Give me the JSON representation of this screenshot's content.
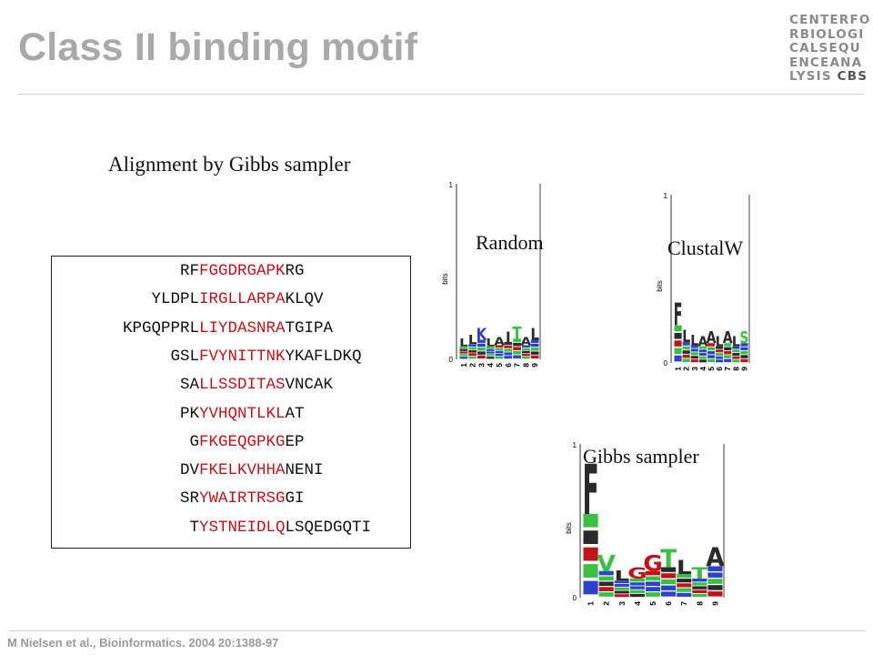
{
  "title": "Class II binding motif",
  "logo_lines": [
    "CENTERFO",
    "RBIOLOGI",
    "CALSEQU",
    "ENCEANA",
    "LYSIS"
  ],
  "logo_suffix": "CBS",
  "subtitle": "Alignment by Gibbs sampler",
  "sequences": [
    {
      "pre": "RF",
      "core": "FGGDRGAPK",
      "post": "RG"
    },
    {
      "pre": "YLDPL",
      "core": "IRGLLARPA",
      "post": "KLQV"
    },
    {
      "pre": "KPGQPPRL",
      "core": "LIYDASNRA",
      "post": "TGIPA"
    },
    {
      "pre": "GSL",
      "core": "FVYNITTNK",
      "post": "YKAFLDKQ"
    },
    {
      "pre": "SA",
      "core": "LLSSDITAS",
      "post": "VNCAK"
    },
    {
      "pre": "PK",
      "core": "YVHQNTLKL",
      "post": "AT"
    },
    {
      "pre": "G",
      "core": "FKGEQGPKG",
      "post": "EP"
    },
    {
      "pre": "DV",
      "core": "FKELKVHHA",
      "post": "NENI"
    },
    {
      "pre": "SR",
      "core": "YWAIRTRSG",
      "post": "GI"
    },
    {
      "pre": "T",
      "core": "YSTNEIDLQ",
      "post": "LSQEDGQTI"
    }
  ],
  "logos": {
    "random": {
      "label": "Random",
      "y_label": "bits",
      "y_ticks": [
        "1",
        "0"
      ],
      "positions": [
        "1",
        "2",
        "3",
        "4",
        "5",
        "6",
        "7",
        "8",
        "9"
      ],
      "dominant_letters": [
        "L",
        "L",
        "K",
        "L",
        "A",
        "I",
        "T",
        "A",
        "L"
      ],
      "letter_colors": [
        "#2a2a2a",
        "#2a2a2a",
        "#2b43c9",
        "#2a2a2a",
        "#2a2a2a",
        "#2a2a2a",
        "#38c043",
        "#2a2a2a",
        "#2a2a2a"
      ],
      "column_heights": [
        0.12,
        0.14,
        0.18,
        0.12,
        0.13,
        0.16,
        0.19,
        0.13,
        0.18
      ]
    },
    "clustalw": {
      "label": "ClustalW",
      "y_label": "bits",
      "y_ticks": [
        "1",
        "0"
      ],
      "positions": [
        "1",
        "2",
        "3",
        "4",
        "5",
        "6",
        "7",
        "8",
        "9"
      ],
      "dominant_letters": [
        "F",
        "L",
        "L",
        "A",
        "A",
        "L",
        "A",
        "L",
        "S"
      ],
      "letter_colors": [
        "#2a2a2a",
        "#2a2a2a",
        "#2a2a2a",
        "#2a2a2a",
        "#2a2a2a",
        "#2a2a2a",
        "#2a2a2a",
        "#2a2a2a",
        "#38c043"
      ],
      "column_heights": [
        0.36,
        0.2,
        0.17,
        0.16,
        0.19,
        0.16,
        0.19,
        0.16,
        0.19
      ]
    },
    "gibbs": {
      "label": "Gibbs sampler",
      "y_label": "bits",
      "y_ticks": [
        "1",
        "0"
      ],
      "positions": [
        "1",
        "2",
        "3",
        "4",
        "5",
        "6",
        "7",
        "8",
        "9"
      ],
      "dominant_letters": [
        "F",
        "V",
        "L",
        "G",
        "G",
        "T",
        "L",
        "T",
        "A"
      ],
      "letter_colors": [
        "#2a2a2a",
        "#38c043",
        "#2a2a2a",
        "#c0141b",
        "#c0141b",
        "#38c043",
        "#2a2a2a",
        "#38c043",
        "#2a2a2a"
      ],
      "column_heights": [
        0.88,
        0.28,
        0.18,
        0.2,
        0.28,
        0.32,
        0.25,
        0.2,
        0.33
      ]
    }
  },
  "citation": "M Nielsen et al., Bioinformatics. 2004 20:1388-97",
  "colors": {
    "core_residue": "#c0141b",
    "title": "#a9a9a9"
  }
}
